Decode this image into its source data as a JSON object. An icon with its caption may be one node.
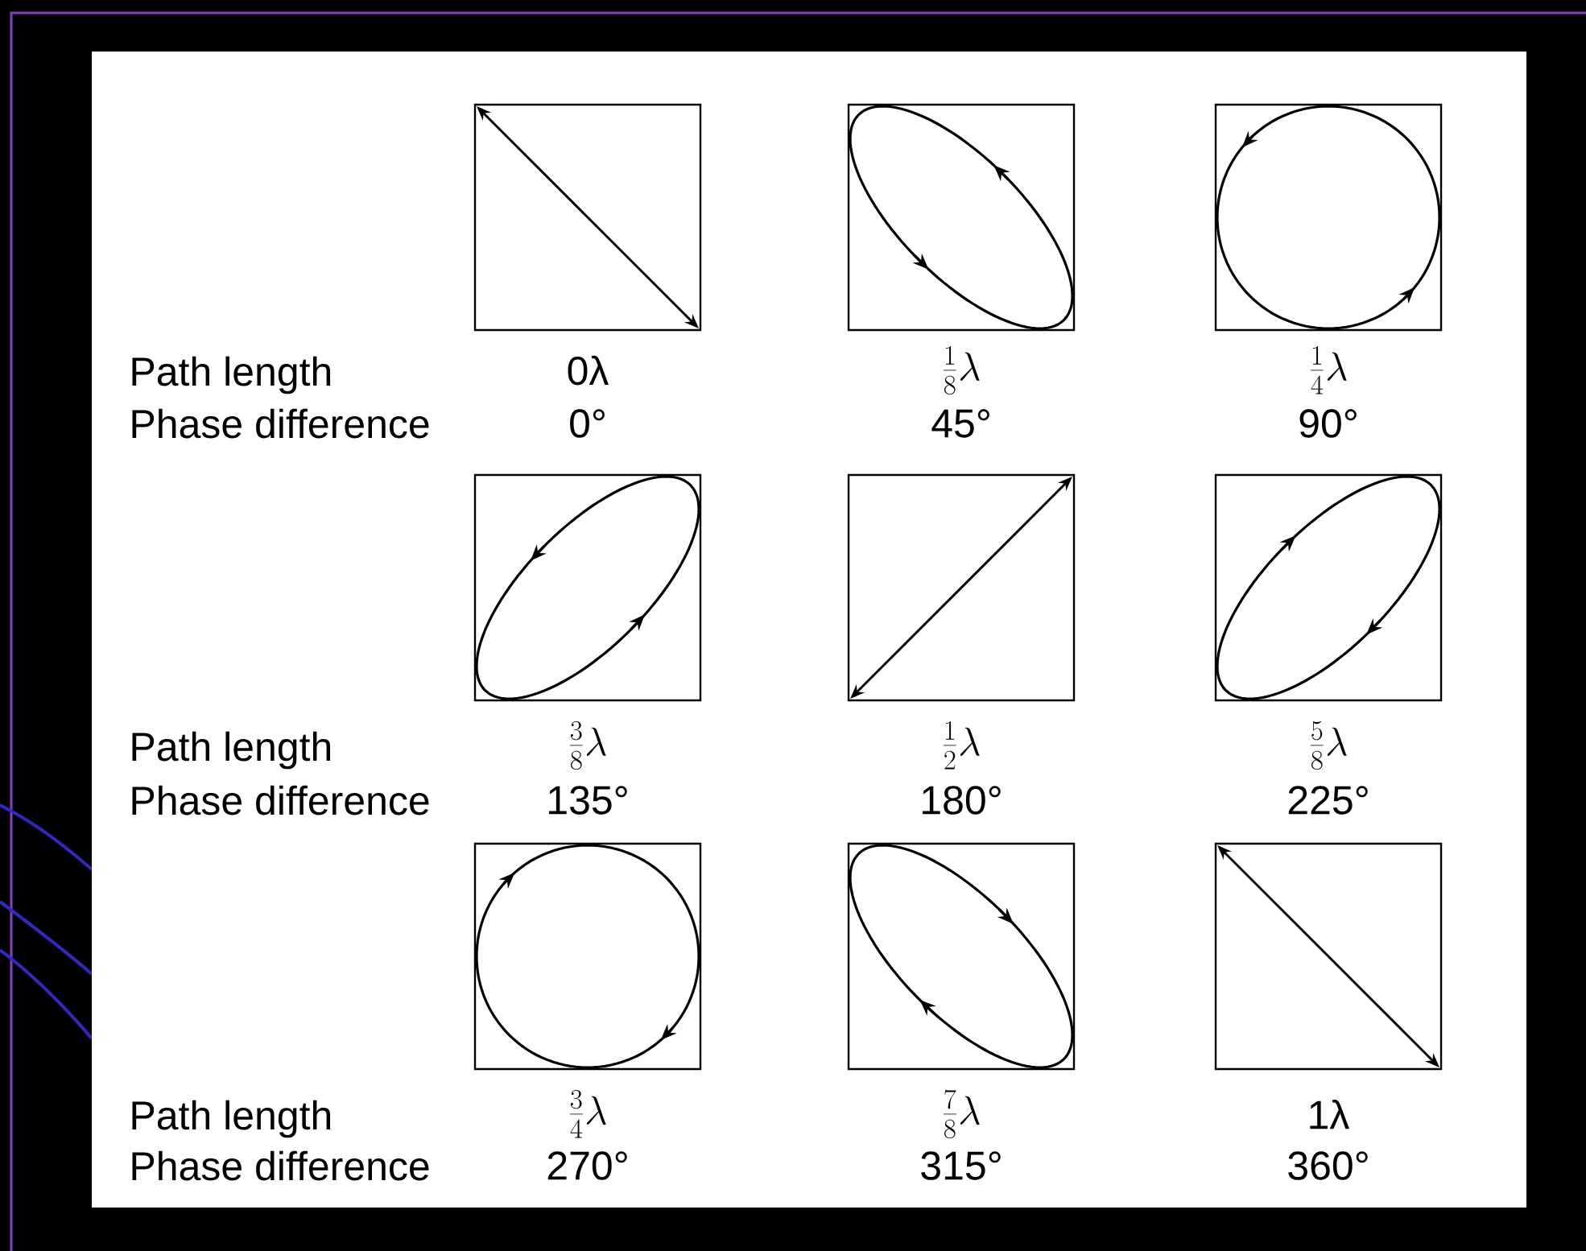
{
  "diagram": {
    "labels": [
      "Path length",
      "0λ",
      "\\frac{1}{8}\\lambda",
      "\\frac{1}{4}\\lambda",
      "Phase difference",
      "0°",
      "45°",
      "90°",
      "Path length",
      "\\frac{3}{8}\\lambda",
      "\\frac{1}{2}\\lambda",
      "\\frac{5}{8}\\lambda",
      "Phase difference",
      "135°",
      "180°",
      "225°",
      "Path length",
      "\\frac{3}{4}\\lambda",
      "\\frac{7}{8}\\lambda",
      "1λ",
      "Phase difference",
      "270°",
      "315°",
      "360°"
    ]
  }
}
